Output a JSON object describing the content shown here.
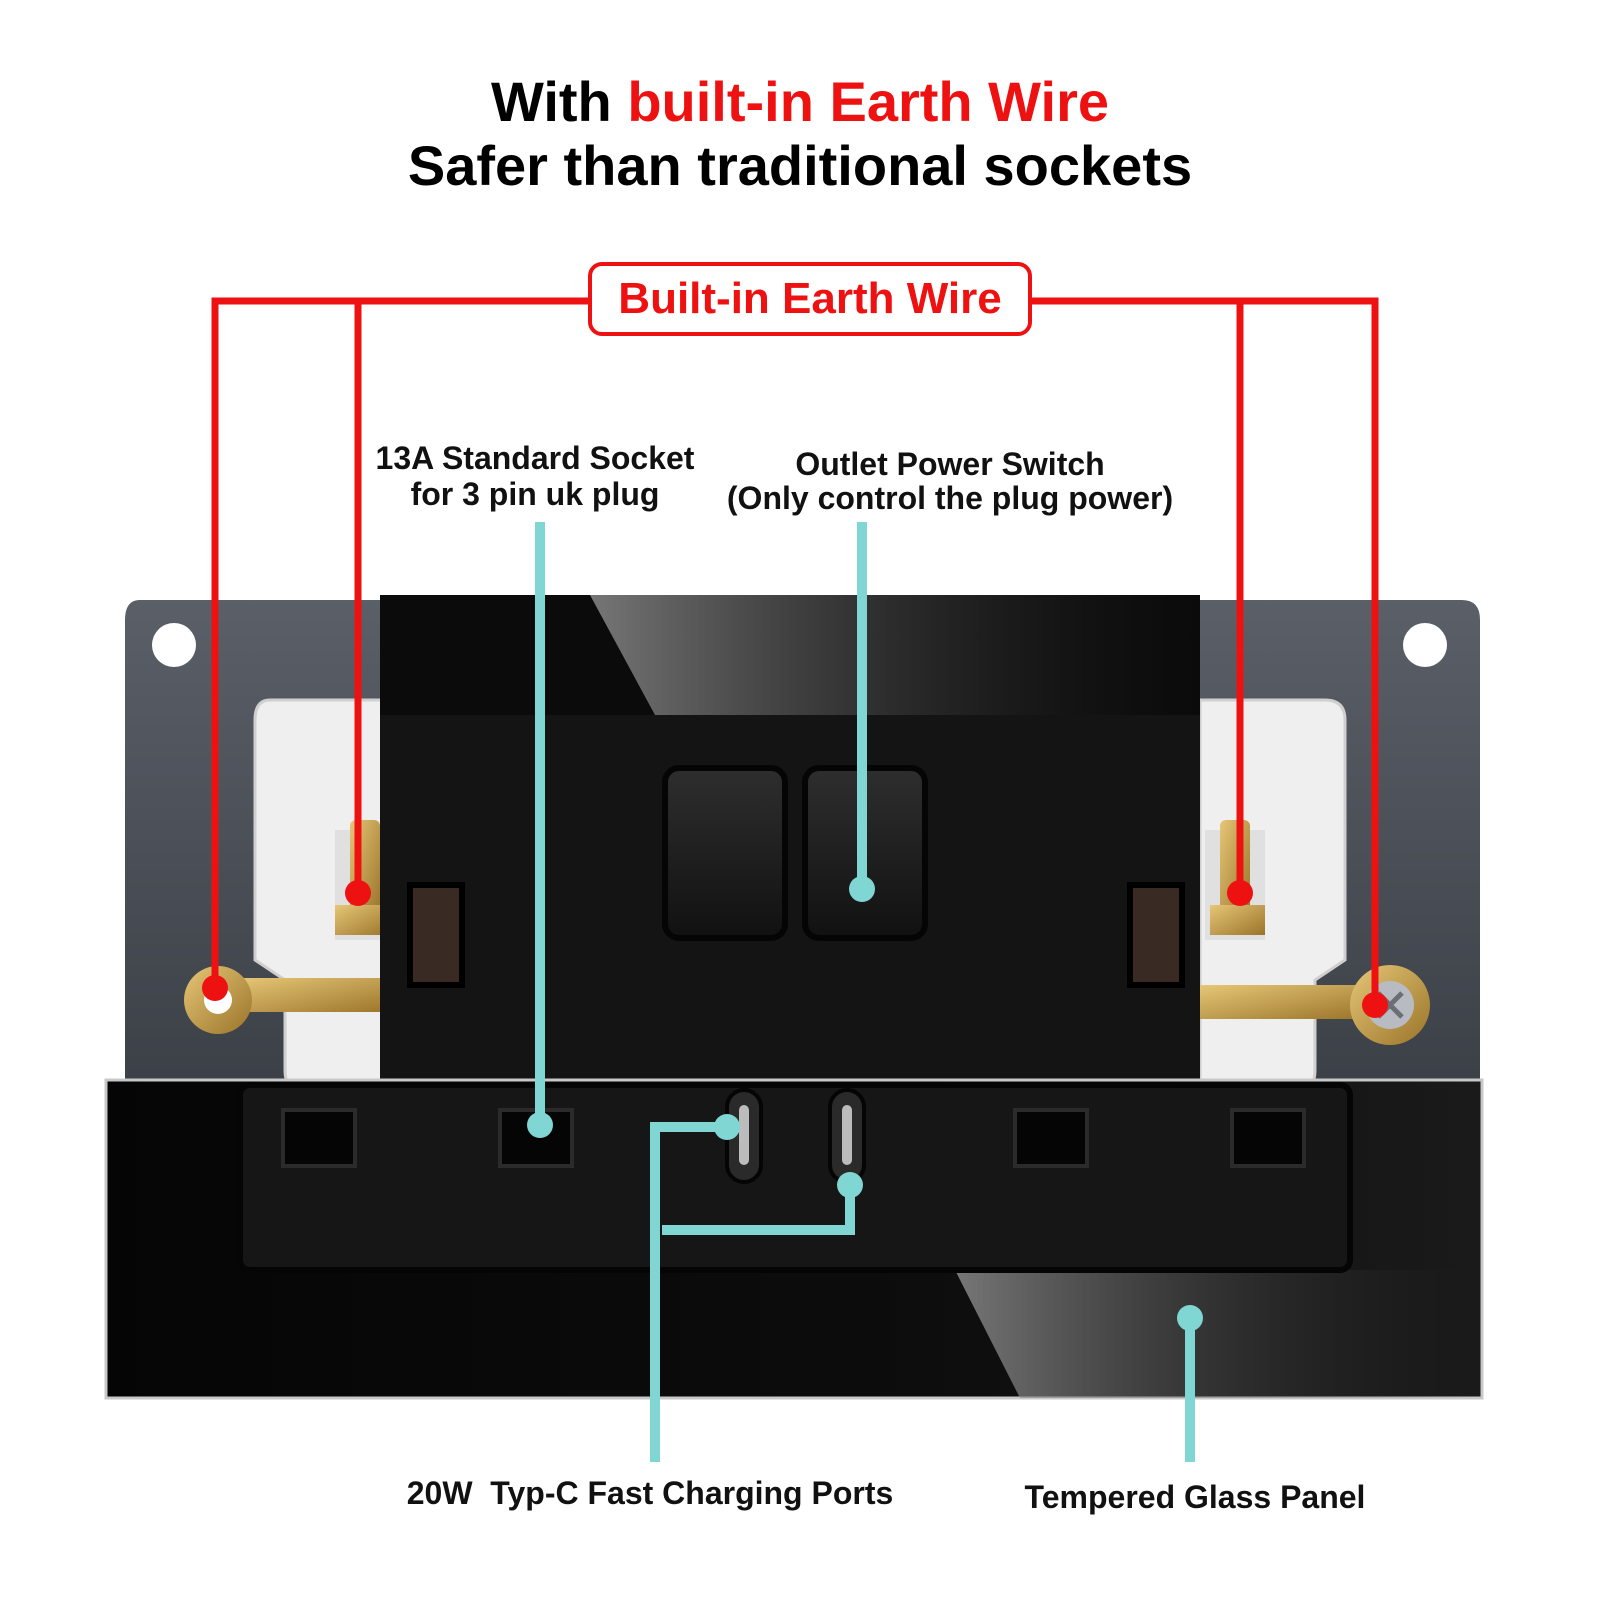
{
  "headline": {
    "line1_prefix": "With",
    "line1_highlight": "built-in Earth Wire",
    "line2": "Safer than traditional sockets"
  },
  "earth_wire_label": "Built-in Earth Wire",
  "callouts": {
    "standard_socket": {
      "line1": "13A Standard Socket",
      "line2": "for 3 pin uk plug"
    },
    "power_switch": {
      "line1": "Outlet Power Switch",
      "line2": "(Only control the plug power)"
    },
    "typec_ports": "20W  Typ-C Fast Charging Ports",
    "glass_panel": "Tempered Glass Panel"
  },
  "colors": {
    "earth_line": "#ee1111",
    "pointer_line": "#7fd6d2",
    "panel_black": "#0c0c0c",
    "frame_grey": "#4a4f57",
    "terminal_brass": "#c9a24a"
  }
}
